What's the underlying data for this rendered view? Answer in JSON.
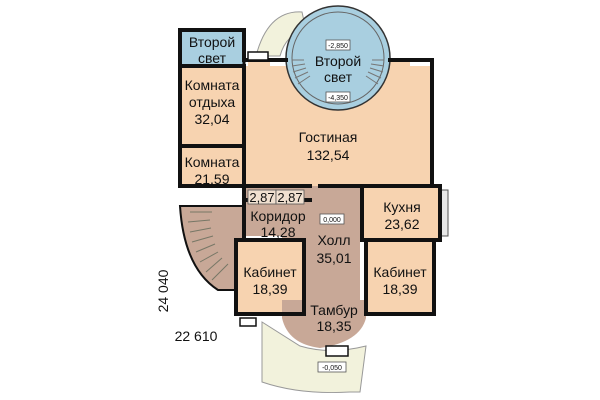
{
  "rooms": [
    {
      "key": "vtoroy_svet_left",
      "name": "Второй свет",
      "area": "",
      "name_lines": [
        "Второй",
        "свет"
      ]
    },
    {
      "key": "vtoroy_svet_round",
      "name": "Второй свет",
      "area": "",
      "name_lines": [
        "Второй",
        "свет"
      ]
    },
    {
      "key": "komnata_otdykha",
      "name": "Комната отдыха",
      "area": "32,04",
      "name_lines": [
        "Комната",
        "отдыха"
      ]
    },
    {
      "key": "gostinaya",
      "name": "Гостиная",
      "area": "132,54",
      "name_lines": [
        "Гостиная"
      ]
    },
    {
      "key": "komnata",
      "name": "Комната",
      "area": "21,59",
      "name_lines": [
        "Комната"
      ]
    },
    {
      "key": "koridor",
      "name": "Коридор",
      "area": "14,28",
      "name_lines": [
        "Коридор"
      ]
    },
    {
      "key": "kukhnya",
      "name": "Кухня",
      "area": "23,62",
      "name_lines": [
        "Кухня"
      ]
    },
    {
      "key": "kholl",
      "name": "Холл",
      "area": "35,01",
      "name_lines": [
        "Холл"
      ]
    },
    {
      "key": "kabinet_left",
      "name": "Кабинет",
      "area": "18,39",
      "name_lines": [
        "Кабинет"
      ]
    },
    {
      "key": "kabinet_right",
      "name": "Кабинет",
      "area": "18,39",
      "name_lines": [
        "Кабинет"
      ]
    },
    {
      "key": "tambur",
      "name": "Тамбур",
      "area": "18,35",
      "name_lines": [
        "Тамбур"
      ]
    }
  ],
  "level_marks": {
    "top": "-2,850",
    "middle": "-4,350",
    "hall": "0,000",
    "entrance": "-0,050"
  },
  "small_dims": [
    "2,87",
    "2,87"
  ],
  "overall_dims": {
    "width": "22 610",
    "depth": "24 040"
  },
  "colors": {
    "room_fill": "#f7d3b0",
    "hall_fill": "#c8a897",
    "second_light_fill": "#a9cfe0",
    "wall": "#111111",
    "terrace": "#f2f2dc"
  }
}
